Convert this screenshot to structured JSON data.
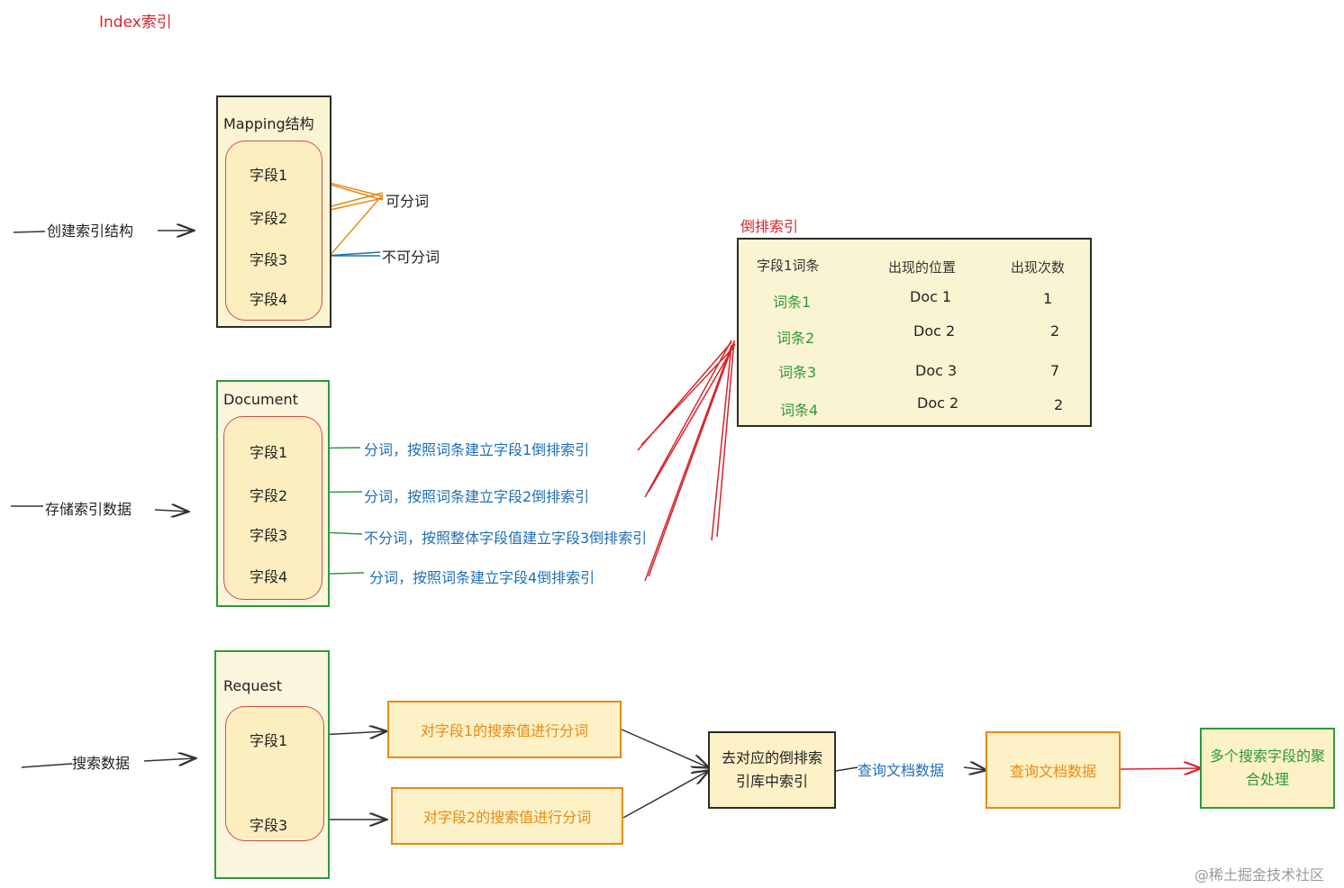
{
  "title": "Index索引",
  "mapping": {
    "header": "Mapping结构",
    "fields": [
      "字段1",
      "字段2",
      "字段3",
      "字段4"
    ],
    "side_label": "创建索引结构",
    "tokenized": "可分词",
    "not_tokenized": "不可分词"
  },
  "document": {
    "header": "Document",
    "fields": [
      "字段1",
      "字段2",
      "字段3",
      "字段4"
    ],
    "side_label": "存储索引数据",
    "notes": [
      "分词，按照词条建立字段1倒排索引",
      "分词，按照词条建立字段2倒排索引",
      "不分词，按照整体字段值建立字段3倒排索引",
      "分词，按照词条建立字段4倒排索引"
    ]
  },
  "inverted_index": {
    "title": "倒排索引",
    "headers": [
      "字段1词条",
      "出现的位置",
      "出现次数"
    ],
    "rows": [
      {
        "term": "词条1",
        "doc": "Doc 1",
        "count": "1"
      },
      {
        "term": "词条2",
        "doc": "Doc 2",
        "count": "2"
      },
      {
        "term": "词条3",
        "doc": "Doc 3",
        "count": "7"
      },
      {
        "term": "词条4",
        "doc": "Doc 2",
        "count": "2"
      }
    ]
  },
  "request": {
    "header": "Request",
    "fields": [
      "字段1",
      "字段3"
    ],
    "side_label": "搜索数据",
    "step1": "对字段1的搜索值进行分词",
    "step2": "对字段2的搜索值进行分词",
    "lookup": "去对应的倒排索引库中索引",
    "query_label": "查询文档数据",
    "query_box": "查询文档数据",
    "aggregate": "多个搜索字段的聚合处理"
  },
  "watermark": "@稀土掘金技术社区",
  "colors": {
    "red": "#d8242b",
    "blue": "#1f6fb5",
    "green": "#2e9a3a",
    "orange": "#e88a12"
  }
}
